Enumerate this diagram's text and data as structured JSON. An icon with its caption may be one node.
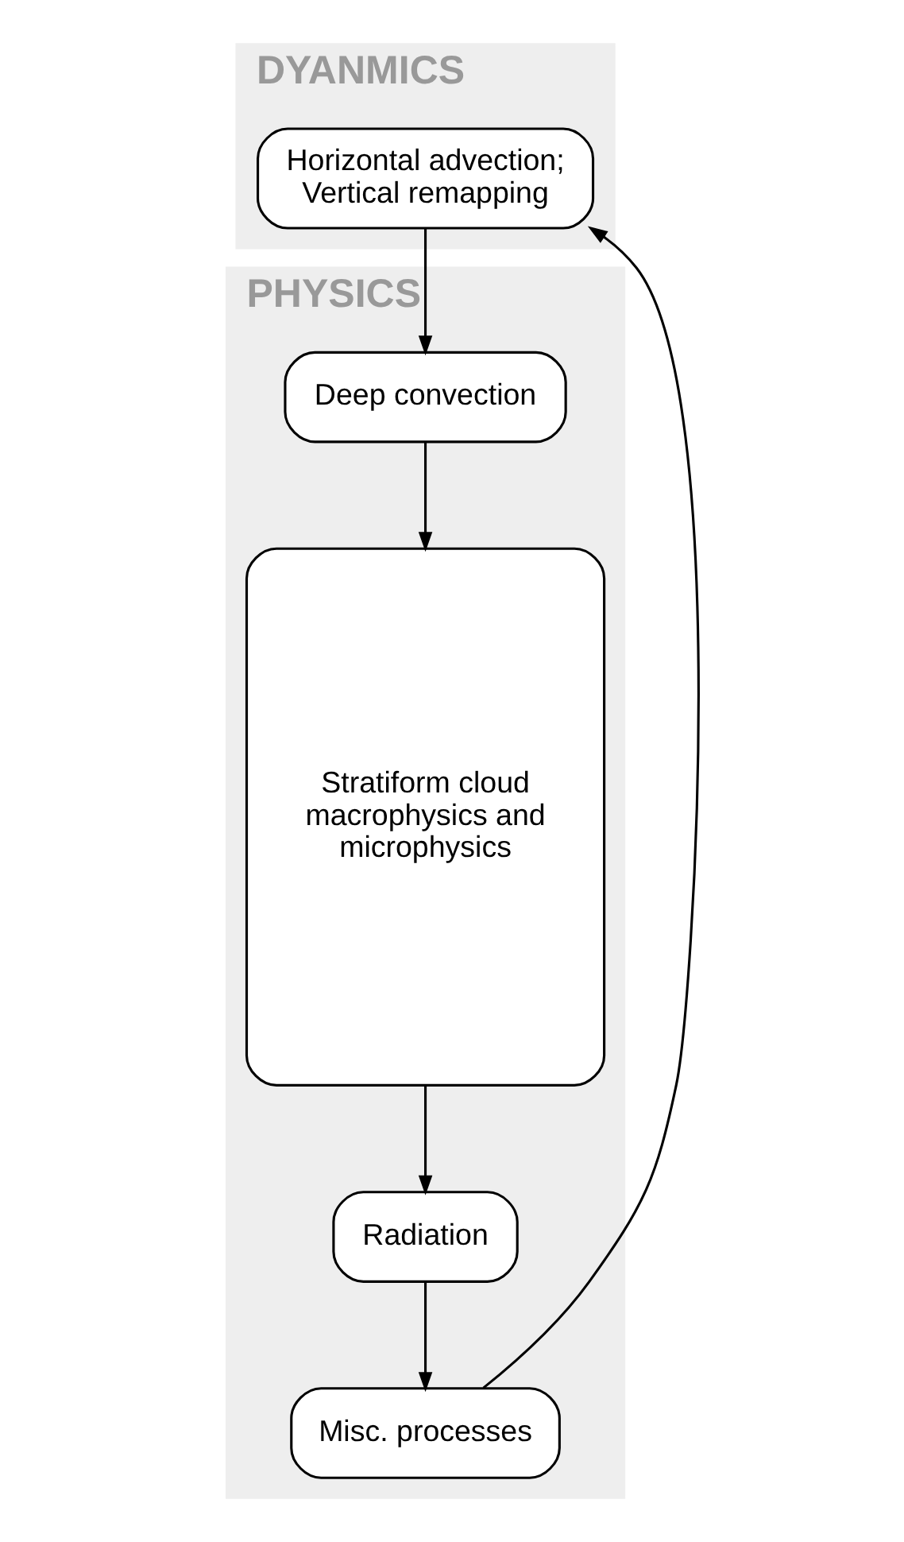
{
  "diagram": {
    "nodes": [
      {
        "text": [
          "DYANMICS"
        ]
      },
      {
        "text": [
          "Horizontal advection; Vertical remapping"
        ],
        "in": 0
      },
      {
        "text": [
          "PHYSICS"
        ]
      },
      {
        "text": [
          "Deep convection"
        ],
        "in": 2
      },
      {
        "text": [
          "Misc. processes"
        ],
        "in": 2
      },
      {
        "text": [
          "Stratiform cloud macrophysics and microphysics"
        ],
        "in": 2
      },
      {
        "text": [
          "Radiation"
        ],
        "in": 2
      }
    ],
    "edges": [
      {
        "from": 1,
        "to": 3,
        "arrow": "to"
      },
      {
        "from": 3,
        "to": 5,
        "arrow": "to"
      },
      {
        "from": 5,
        "to": 6,
        "arrow": "to"
      },
      {
        "from": 6,
        "to": 4,
        "arrow": "to"
      },
      {
        "from": 4,
        "to": 1,
        "arrow": "to"
      }
    ]
  }
}
